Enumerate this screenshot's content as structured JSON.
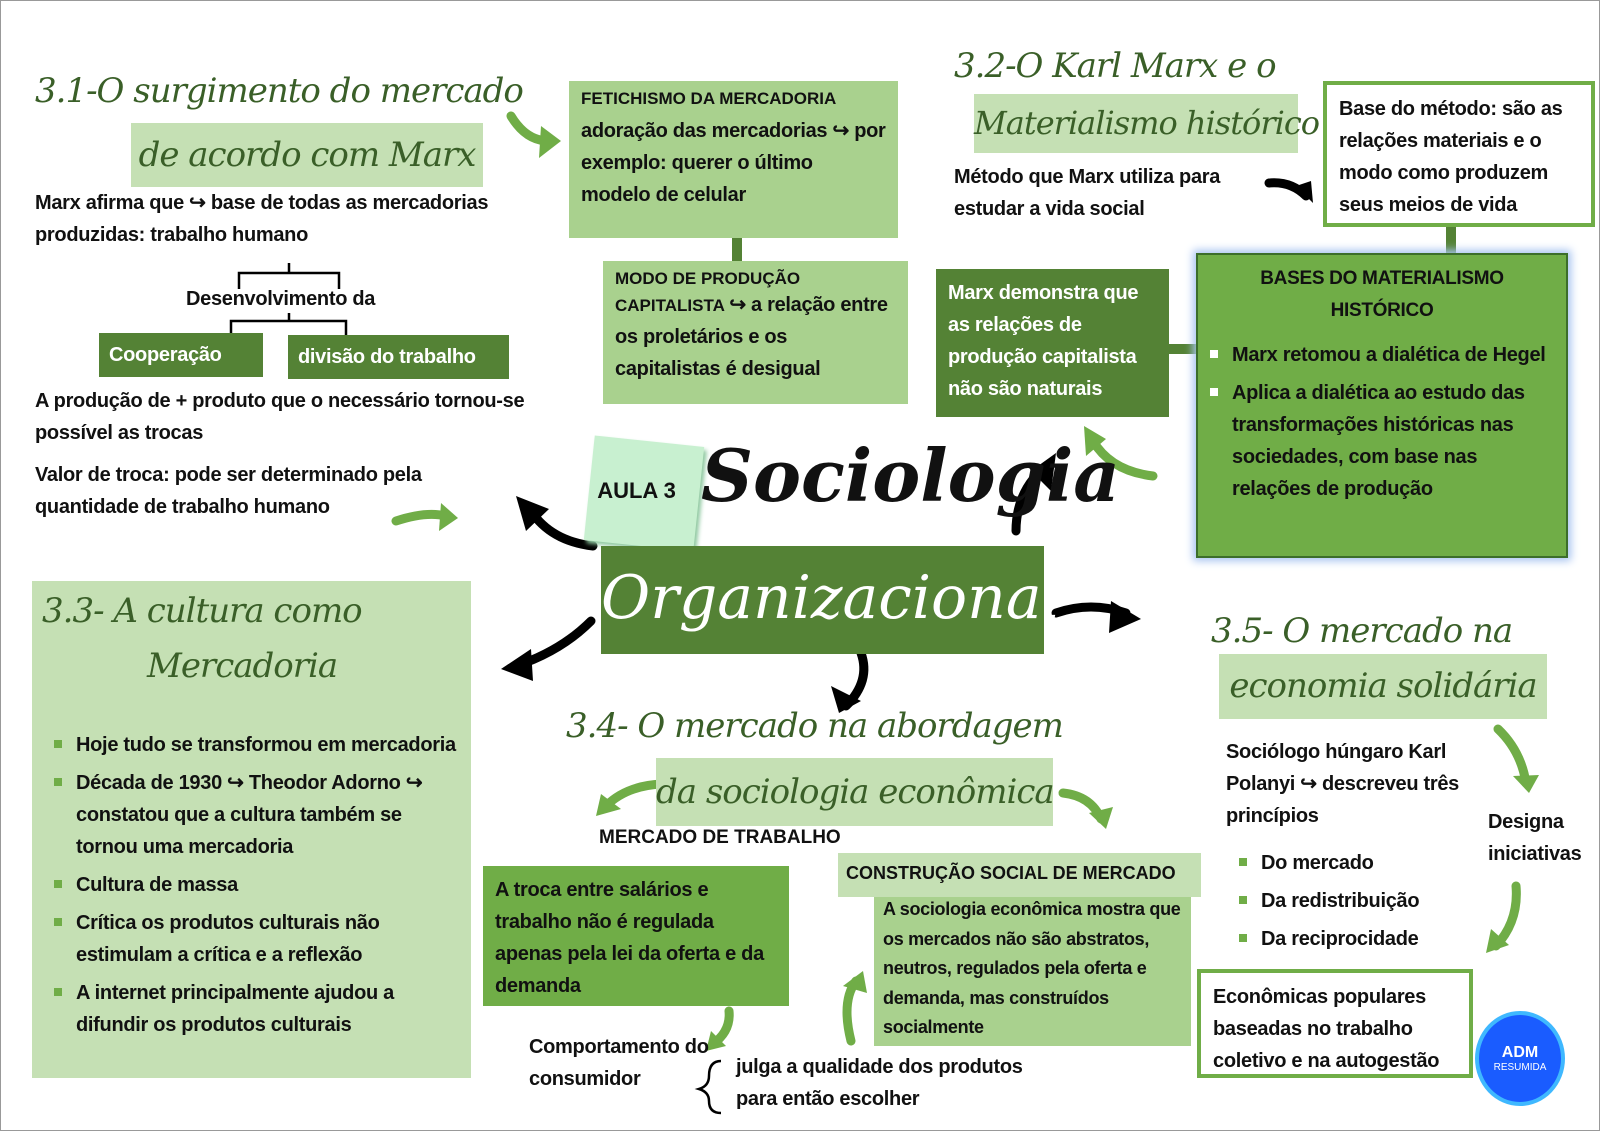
{
  "center": {
    "aula": "AULA 3",
    "title1": "Sociologia",
    "title2": "Organizacional"
  },
  "s31": {
    "title1": "3.1-O surgimento do mercado",
    "title2": "de acordo com Marx",
    "p1": "Marx afirma que ↪ base de todas as mercadorias produzidas: trabalho humano",
    "dev": "Desenvolvimento da",
    "coop": "Cooperação",
    "div": "divisão do trabalho",
    "p2": "A produção de + produto que o necessário tornou-se possível as trocas",
    "p3": "Valor de troca: pode ser determinado pela quantidade de trabalho humano",
    "fet_h": "FETICHISMO DA MERCADORIA",
    "fet_b": "adoração das mercadorias ↪ por exemplo: querer o último modelo de celular",
    "modo_h": "MODO DE PRODUÇÃO CAPITALISTA",
    "modo_b": "↪ a relação entre os proletários e os capitalistas é desigual"
  },
  "s32": {
    "title1": "3.2-O Karl Marx e o",
    "title2": "Materialismo histórico",
    "metodo": "Método que Marx utiliza para estudar a vida social",
    "base": "Base do método: são as relações materiais e o modo como produzem seus meios de vida",
    "bases_h": "BASES DO MATERIALISMO HISTÓRICO",
    "bases_items": [
      "Marx retomou a dialética de Hegel",
      "Aplica a dialética ao estudo das transformações históricas nas sociedades, com base nas relações de produção"
    ],
    "demonstra": "Marx demonstra que as relações de produção capitalista não são naturais"
  },
  "s33": {
    "title1": "3.3- A cultura como",
    "title2": "Mercadoria",
    "items": [
      "Hoje tudo se transformou em mercadoria",
      "Década de 1930 ↪ Theodor Adorno ↪ constatou que a cultura também se tornou uma mercadoria",
      "Cultura de massa",
      "Crítica os produtos culturais não estimulam a crítica e a reflexão",
      "A internet principalmente ajudou a difundir os produtos culturais"
    ]
  },
  "s34": {
    "title1": "3.4- O mercado na abordagem",
    "title2": "da sociologia econômica",
    "mt": "MERCADO DE TRABALHO",
    "troca": "A troca entre salários e trabalho não é regulada apenas pela lei da oferta e da demanda",
    "comp": "Comportamento do consumidor",
    "julga": "julga a qualidade dos produtos para então escolher",
    "csm_h": "CONSTRUÇÃO SOCIAL DE MERCADO",
    "csm_b": "A sociologia econômica mostra que os mercados não são abstratos, neutros, regulados pela oferta e demanda, mas construídos socialmente"
  },
  "s35": {
    "title1": "3.5- O mercado na",
    "title2": "economia solidária",
    "polanyi": "Sociólogo húngaro Karl Polanyi ↪ descreveu três princípios",
    "items": [
      "Do mercado",
      "Da redistribuição",
      "Da reciprocidade"
    ],
    "designa": "Designa iniciativas",
    "econ": "Econômicas populares baseadas no trabalho coletivo e na autogestão"
  },
  "logo": {
    "line1": "ADM",
    "line2": "RESUMIDA"
  },
  "colors": {
    "dark": "#548235",
    "mid": "#70ad47",
    "light": "#c5e0b4",
    "title": "#3a5f28"
  }
}
